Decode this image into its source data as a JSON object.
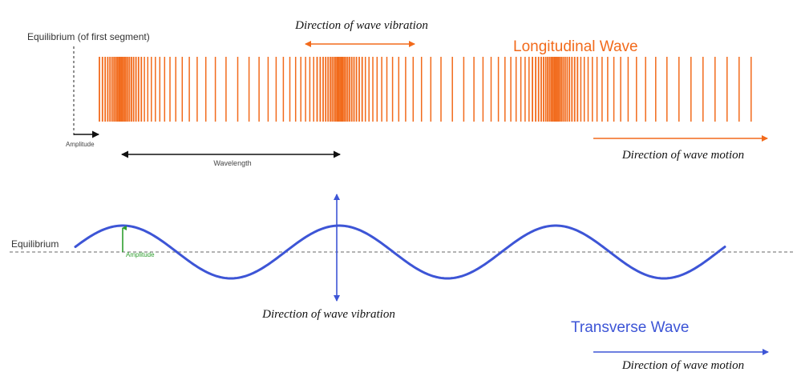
{
  "colors": {
    "longitudinal": "#f26a1b",
    "transverse": "#3d55d6",
    "black": "#111111",
    "label_gray": "#444444",
    "equilibrium_line": "#9a9a9a",
    "amplitude_green": "#2e9e2e"
  },
  "longitudinal": {
    "title": "Longitudinal Wave",
    "equilibrium_label": "Equilibrium (of first segment)",
    "amplitude_label": "Amplitude",
    "wavelength_label": "Wavelength",
    "vibration_label": "Direction of wave vibration",
    "motion_label": "Direction of wave motion"
  },
  "transverse": {
    "title": "Transverse Wave",
    "equilibrium_label": "Equilibrium",
    "amplitude_label": "Amplitude",
    "vibration_label": "Direction of wave vibration",
    "motion_label": "Direction of wave motion"
  }
}
